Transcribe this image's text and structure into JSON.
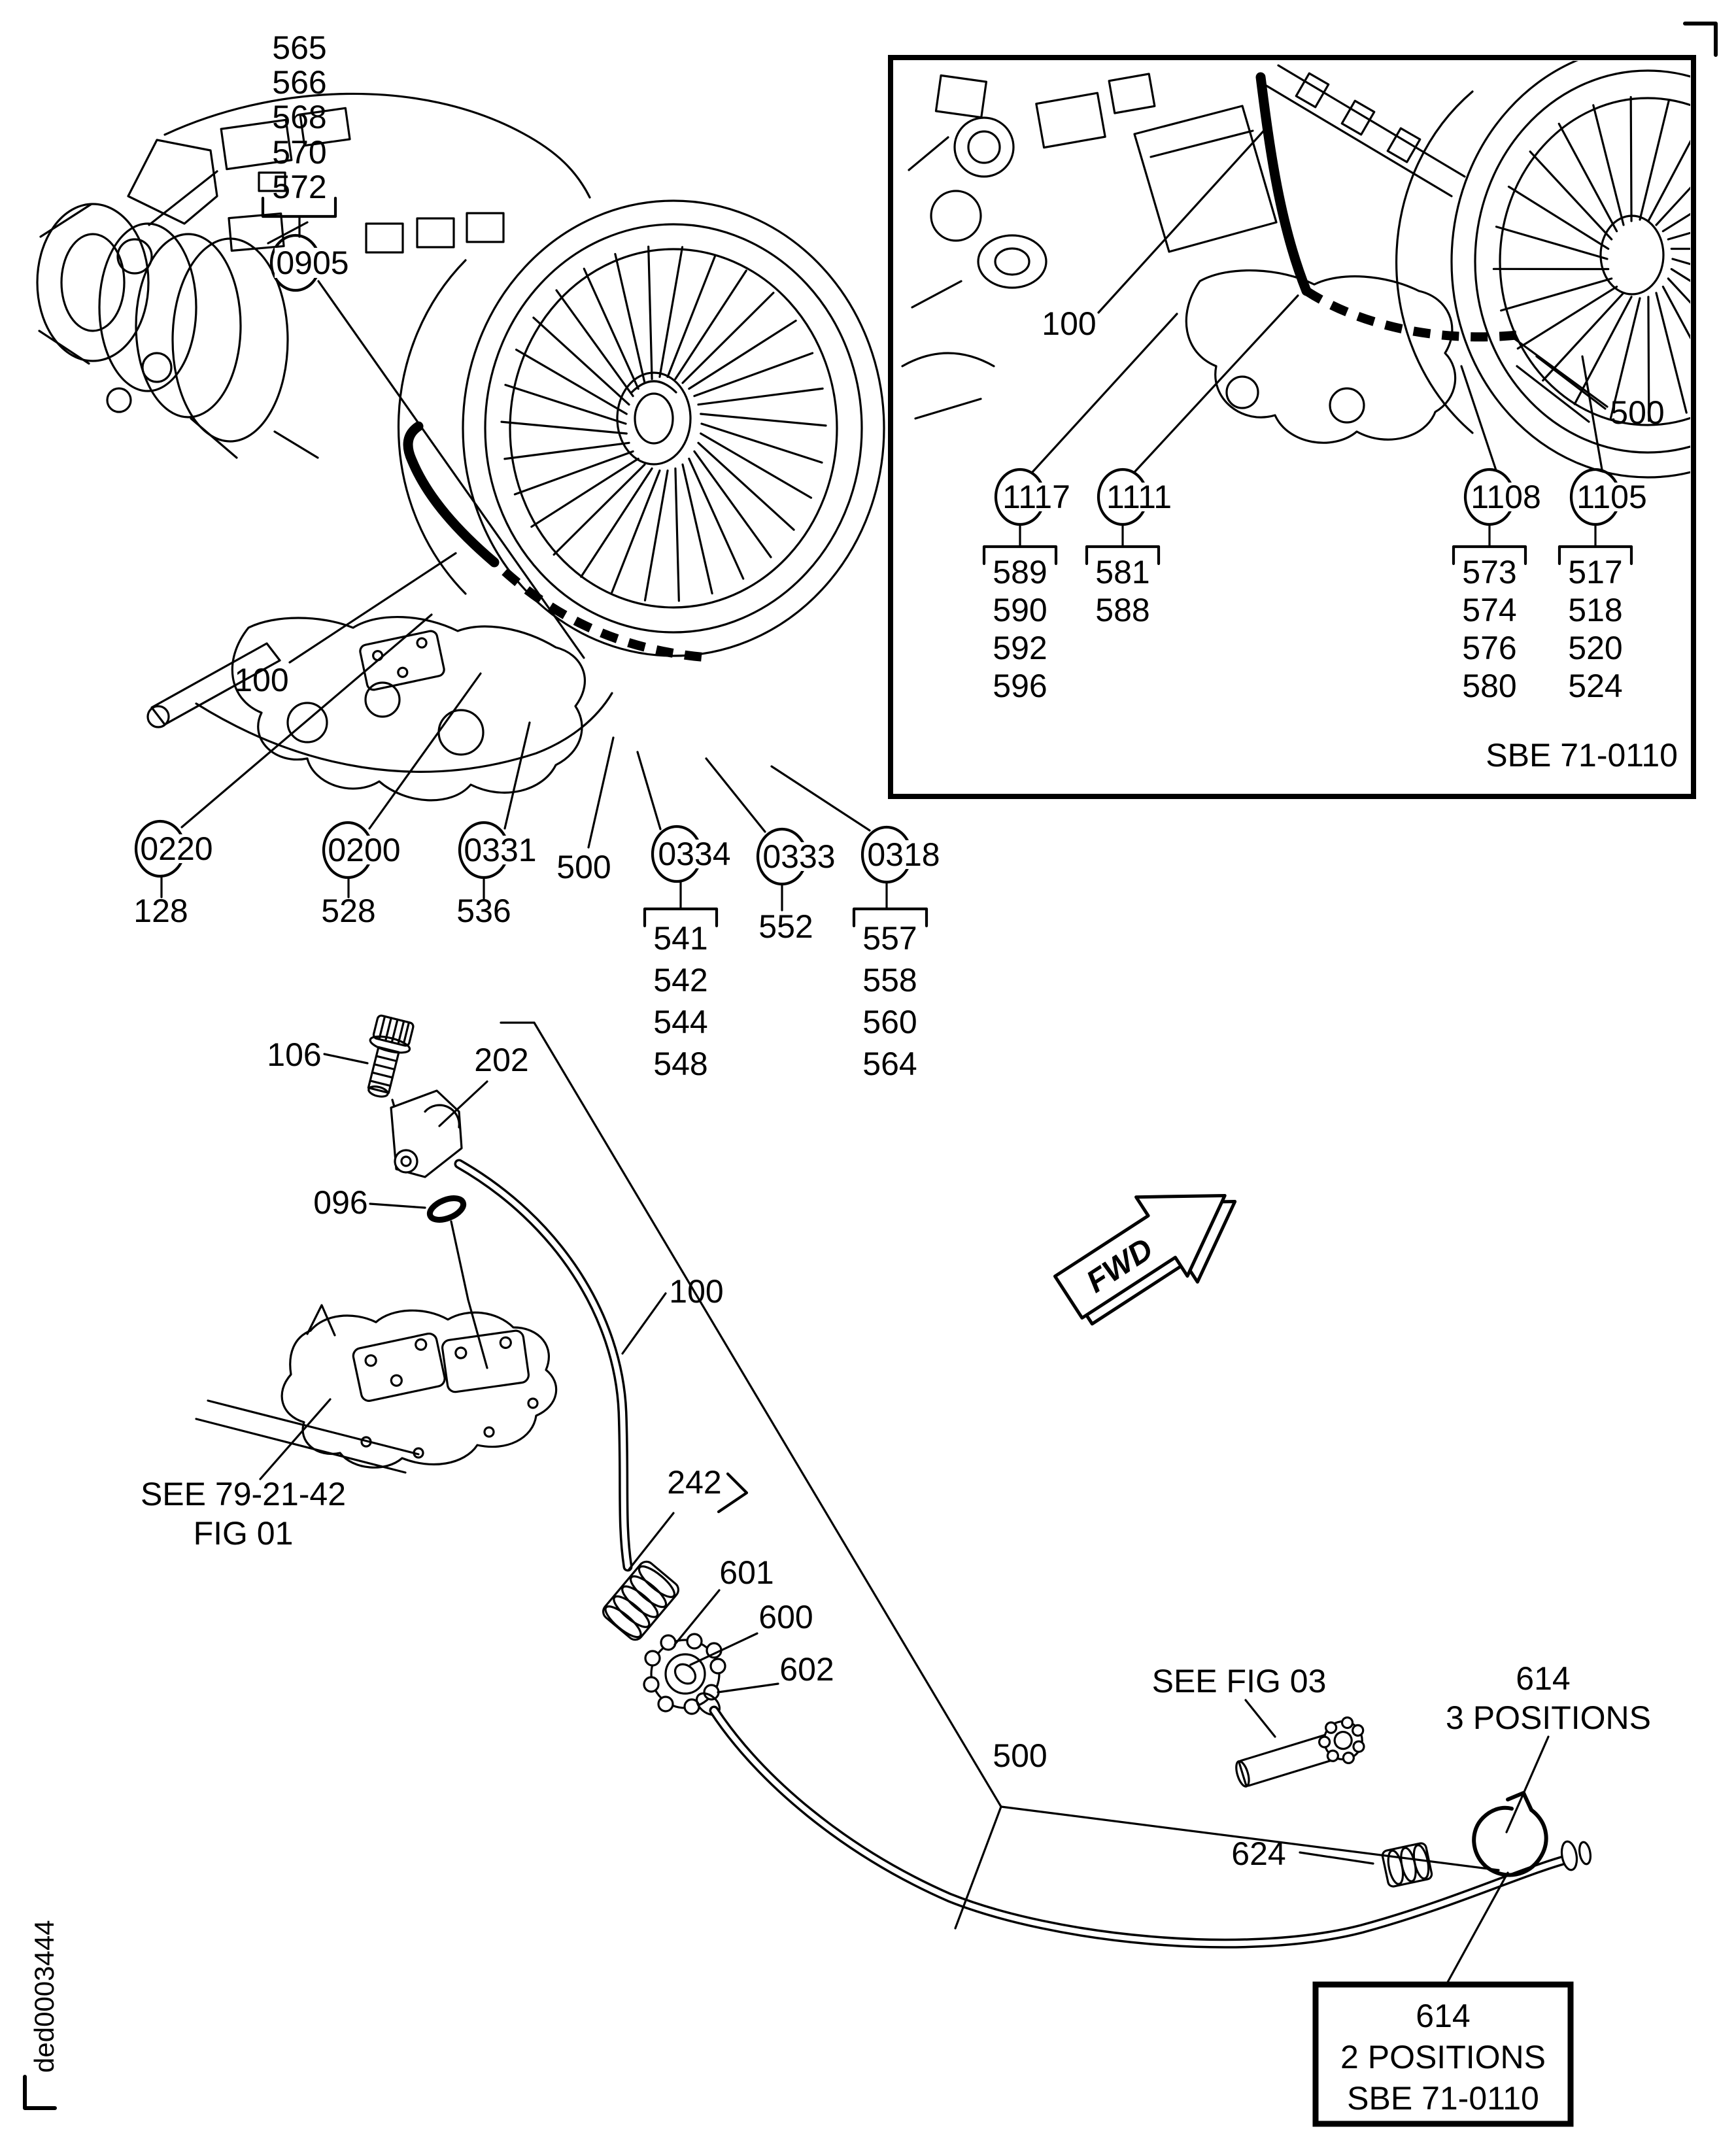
{
  "doc_number": "ded0003444",
  "top_group": {
    "items": [
      "565",
      "566",
      "568",
      "570",
      "572"
    ],
    "bubble": "0905"
  },
  "main_view": {
    "tube_label": "100",
    "float_label": "500",
    "callouts": [
      {
        "id": "0220",
        "items": [
          "128"
        ]
      },
      {
        "id": "0200",
        "items": [
          "528"
        ]
      },
      {
        "id": "0331",
        "items": [
          "536"
        ]
      },
      {
        "id": "0334",
        "items": [
          "541",
          "542",
          "544",
          "548"
        ]
      },
      {
        "id": "0333",
        "items": [
          "552"
        ]
      },
      {
        "id": "0318",
        "items": [
          "557",
          "558",
          "560",
          "564"
        ]
      }
    ]
  },
  "inset_view": {
    "tube_label": "100",
    "hose_label": "500",
    "ref": "SBE 71-0110",
    "callouts": [
      {
        "id": "1117",
        "items": [
          "589",
          "590",
          "592",
          "596"
        ]
      },
      {
        "id": "1111",
        "items": [
          "581",
          "588"
        ]
      },
      {
        "id": "1108",
        "items": [
          "573",
          "574",
          "576",
          "580"
        ]
      },
      {
        "id": "1105",
        "items": [
          "517",
          "518",
          "520",
          "524"
        ]
      }
    ]
  },
  "lower_view": {
    "bolt": "106",
    "bracket": "202",
    "oring": "096",
    "tube": "100",
    "see_ref_line1": "SEE 79-21-42",
    "see_ref_line2": "FIG 01",
    "union": "242",
    "nut_a": "601",
    "nut_b": "600",
    "nut_c": "602",
    "hose": "500",
    "see_fig": "SEE FIG 03",
    "clip": "614",
    "clip_note": "3 POSITIONS",
    "union_b": "624",
    "fwd": "FWD"
  },
  "ref_box": {
    "line1": "614",
    "line2": "2 POSITIONS",
    "line3": "SBE 71-0110"
  }
}
